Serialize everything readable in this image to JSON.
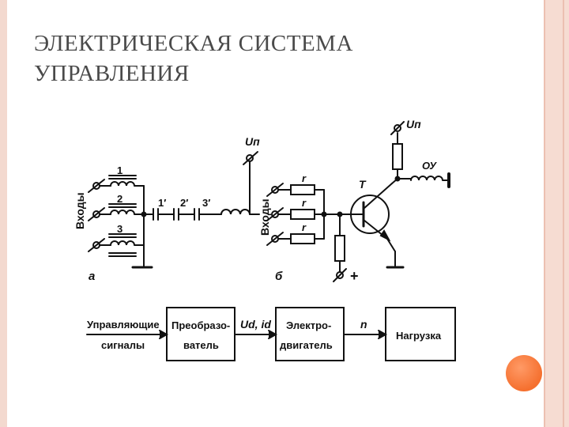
{
  "slide": {
    "title_line1": "ЭЛЕКТРИЧЕСКАЯ СИСТЕМА",
    "title_line2": "УПРАВЛЕНИЯ",
    "accent_color": "#f5702f",
    "border_color": "#f3d9cf"
  },
  "circuit_a": {
    "inputs_label": "Входы",
    "coil_labels": [
      "1",
      "2",
      "3"
    ],
    "series_labels": [
      "1′",
      "2′",
      "3′"
    ],
    "supply_label": "Uп",
    "figure_label": "а"
  },
  "circuit_b": {
    "inputs_label": "Входы",
    "resistor_labels": [
      "r",
      "r",
      "r"
    ],
    "transistor_label": "T",
    "supply_label": "Uп",
    "coil_label": "ОУ",
    "plus_label": "+",
    "figure_label": "б"
  },
  "block_diagram": {
    "input_label_line1": "Управляющие",
    "input_label_line2": "сигналы",
    "blocks": [
      {
        "line1": "Преобразо-",
        "line2": "ватель"
      },
      {
        "line1": "Электро-",
        "line2": "двигатель"
      },
      {
        "line1": "Нагрузка",
        "line2": ""
      }
    ],
    "link_labels": [
      "Ud, id",
      "n"
    ]
  }
}
